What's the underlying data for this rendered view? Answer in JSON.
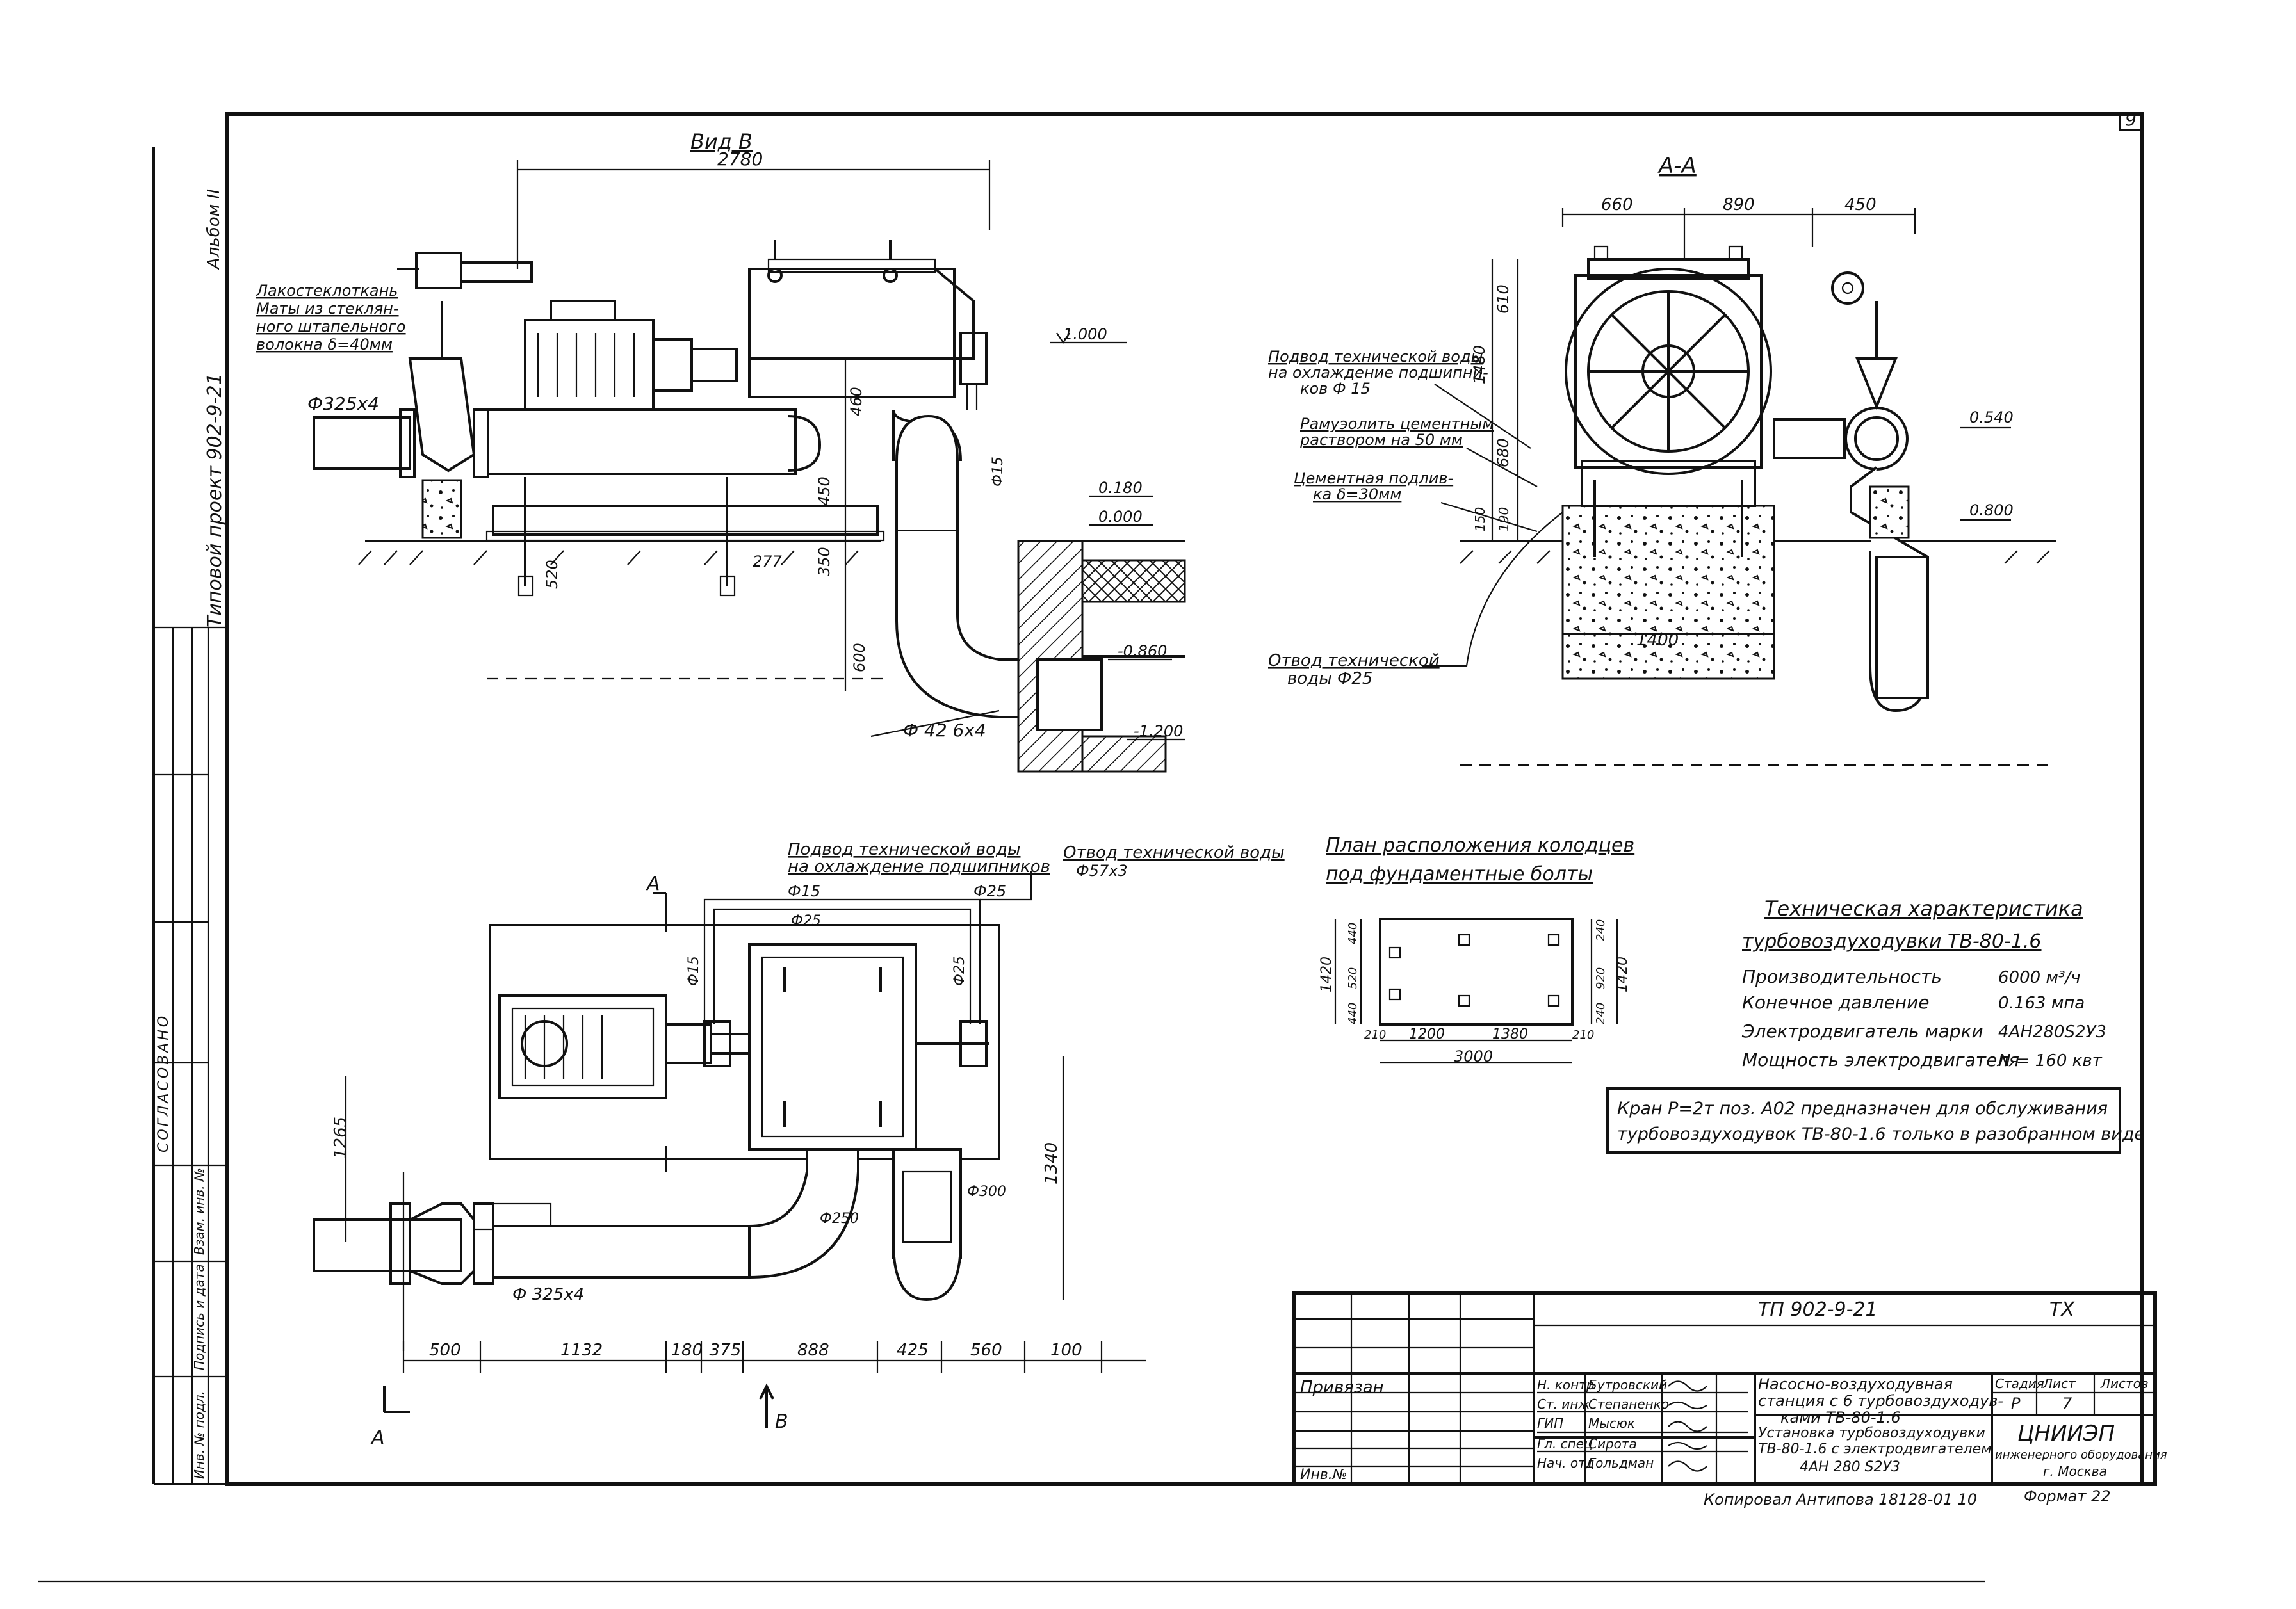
{
  "sheet": {
    "page_number": "9",
    "album": "Альбом II",
    "project_side": "Типовой проект 902-9-21",
    "stamp_soglasovano": "СОГЛАСОВАНО",
    "side_cols": [
      "Инв. № подл.",
      "Подпись и дата",
      "Взам. инв. №"
    ]
  },
  "view_b": {
    "title": "Вид В",
    "dim_2780": "2780",
    "note_insulation": "Лакостеклоткань",
    "note_mats_1": "Маты из стеклян-",
    "note_mats_2": "ного штапельного",
    "note_mats_3": "волокна δ=40мм",
    "pipe_325": "Ф325х4",
    "pipe_426": "Ф 42 6х4",
    "level_1000": "1.000",
    "level_0180": "0.180",
    "level_0000": "0.000",
    "level_m0860": "-0.860",
    "level_m1200": "-1.200",
    "d_460": "460",
    "d_450": "450",
    "d_520": "520",
    "d_277": "277",
    "d_350": "350",
    "d_600": "600",
    "d_f15": "Ф15"
  },
  "section_aa": {
    "title": "А-А",
    "d_660": "660",
    "d_890": "890",
    "d_450": "450",
    "d_610": "610",
    "d_1480": "1480",
    "d_680": "680",
    "d_190": "190",
    "d_150": "150",
    "d_1400": "1400",
    "level_0540": "0.540",
    "level_0800": "0.800",
    "note_supply_1": "Подвод технической воды",
    "note_supply_2": "на охлаждение подшипни-",
    "note_supply_3": "ков  Ф 15",
    "note_rust_1": "Рамуэолить цементным",
    "note_rust_2": "раствором на 50 мм",
    "note_grout_1": "Цементная подлив-",
    "note_grout_2": "ка  δ=30мм",
    "note_drain_1": "Отвод технической",
    "note_drain_2": "воды  Ф25"
  },
  "plan": {
    "note_supply_1": "Подвод технической воды",
    "note_supply_2": "на охлаждение подшипников",
    "note_drain": "Отвод технической воды",
    "drain_pipe": "Ф57х3",
    "f15": "Ф15",
    "f25": "Ф25",
    "f25b": "Ф25",
    "f15v": "Ф15",
    "f25v": "Ф25",
    "f250": "Ф250",
    "f300": "Ф300",
    "pipe_325": "Ф 325х4",
    "d_1265": "1265",
    "d_1340": "1340",
    "dims": [
      "500",
      "1132",
      "180",
      "375",
      "888",
      "425",
      "560",
      "100"
    ],
    "cut_a": "А",
    "cut_a2": "А",
    "view_b": "В"
  },
  "bolts": {
    "title_1": "План расположения колодцев",
    "title_2": "под фундаментные болты",
    "d_1420l": "1420",
    "d_1420r": "1420",
    "d_440": "440",
    "d_520": "520",
    "d_440b": "440",
    "d_240": "240",
    "d_920": "920",
    "d_240b": "240",
    "d_210": "210",
    "d_1200": "1200",
    "d_1380": "1380",
    "d_210b": "210",
    "d_3000": "3000"
  },
  "specs": {
    "title_1": "Техническая характеристика",
    "title_2": "турбовоздуходувки ТВ-80-1.6",
    "rows": [
      {
        "label": "Производительность",
        "value": "6000 м³/ч"
      },
      {
        "label": "Конечное давление",
        "value": "0.163 мпа"
      },
      {
        "label": "Электродвигатель марки",
        "value": "4АН280S2У3"
      },
      {
        "label": "Мощность электродвигателя",
        "value": "N = 160 квт"
      }
    ],
    "note_1": "Кран Р=2т поз. А02 предназначен для обслуживания",
    "note_2": "турбовоздуходувок ТВ-80-1.6 только в разобранном виде"
  },
  "title_block": {
    "doc_code": "ТП 902-9-21",
    "doc_type": "ТХ",
    "privyazan": "Привязан",
    "inv": "Инв.№",
    "name_1": "Насосно-воздуходувная",
    "name_2": "станция с 6 турбовоздуходув-",
    "name_3": "ками ТВ-80-1.6",
    "sheet_1": "Установка турбовоздуходувки",
    "sheet_2": "ТВ-80-1.6 с электродвигателем",
    "sheet_3": "4АН 280 S2У3",
    "stage_h": "Стадия",
    "sheet_h": "Лист",
    "sheets_h": "Листов",
    "stage": "Р",
    "sheet_no": "7",
    "org_1": "ЦНИИЭП",
    "org_2": "инженерного оборудования",
    "org_3": "г. Москва",
    "roles": [
      {
        "role": "Н. контр",
        "name": "Бутровский"
      },
      {
        "role": "Ст. инж",
        "name": "Степаненко"
      },
      {
        "role": "ГИП",
        "name": "Мысюк"
      },
      {
        "role": "Гл. спец",
        "name": "Сирота"
      },
      {
        "role": "Нач. отд",
        "name": "Гольдман"
      }
    ],
    "copied": "Копировал  Антипова  18128-01  10",
    "format": "Формат 22"
  }
}
